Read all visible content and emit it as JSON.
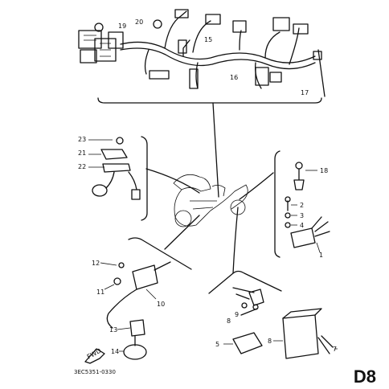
{
  "page": {
    "code": "D8",
    "drawing_number": "3EC5351-0330"
  },
  "parts": {
    "p1": "1",
    "p2": "2",
    "p3": "3",
    "p4": "4",
    "p5": "5",
    "p7": "7",
    "p8": "8",
    "p8b": "8",
    "p9": "9",
    "p10": "10",
    "p11": "11",
    "p12": "12",
    "p13": "13",
    "p14": "14",
    "p15": "15",
    "p16": "16",
    "p17": "17",
    "p18": "18",
    "p19": "19",
    "p20": "20",
    "p21": "21",
    "p22": "22",
    "p23": "23"
  },
  "arrow_label": "FWD"
}
